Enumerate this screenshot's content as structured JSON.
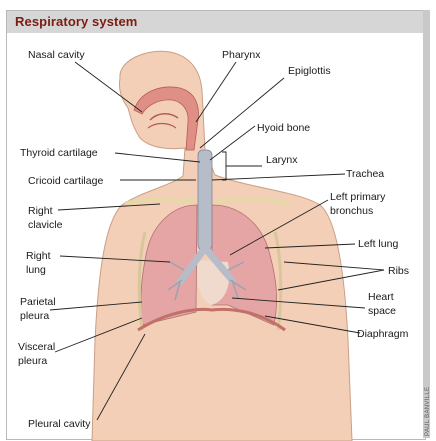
{
  "header": {
    "title": "Respiratory system"
  },
  "labels": {
    "nasal_cavity": "Nasal cavity",
    "pharynx": "Pharynx",
    "epiglottis": "Epiglottis",
    "hyoid_bone": "Hyoid bone",
    "thyroid_cartilage": "Thyroid cartilage",
    "larynx": "Larynx",
    "trachea": "Trachea",
    "cricoid_cartilage": "Cricoid cartilage",
    "left_primary_l1": "Left primary",
    "left_primary_l2": "bronchus",
    "right_clavicle_l1": "Right",
    "right_clavicle_l2": "clavicle",
    "left_lung": "Left lung",
    "right_lung_l1": "Right",
    "right_lung_l2": "lung",
    "ribs": "Ribs",
    "heart_space_l1": "Heart",
    "heart_space_l2": "space",
    "parietal_pleura_l1": "Parietal",
    "parietal_pleura_l2": "pleura",
    "diaphragm": "Diaphragm",
    "visceral_pleura_l1": "Visceral",
    "visceral_pleura_l2": "pleura",
    "pleural_cavity": "Pleural cavity"
  },
  "credit": "PAUL BANVILLE",
  "colors": {
    "header_bg": "#d6d6d6",
    "header_text": "#7a1d12",
    "skin": "#f2cfb6",
    "lung": "#e6a5a5",
    "airway": "#b7bdc8",
    "rib": "#d8c79a"
  }
}
